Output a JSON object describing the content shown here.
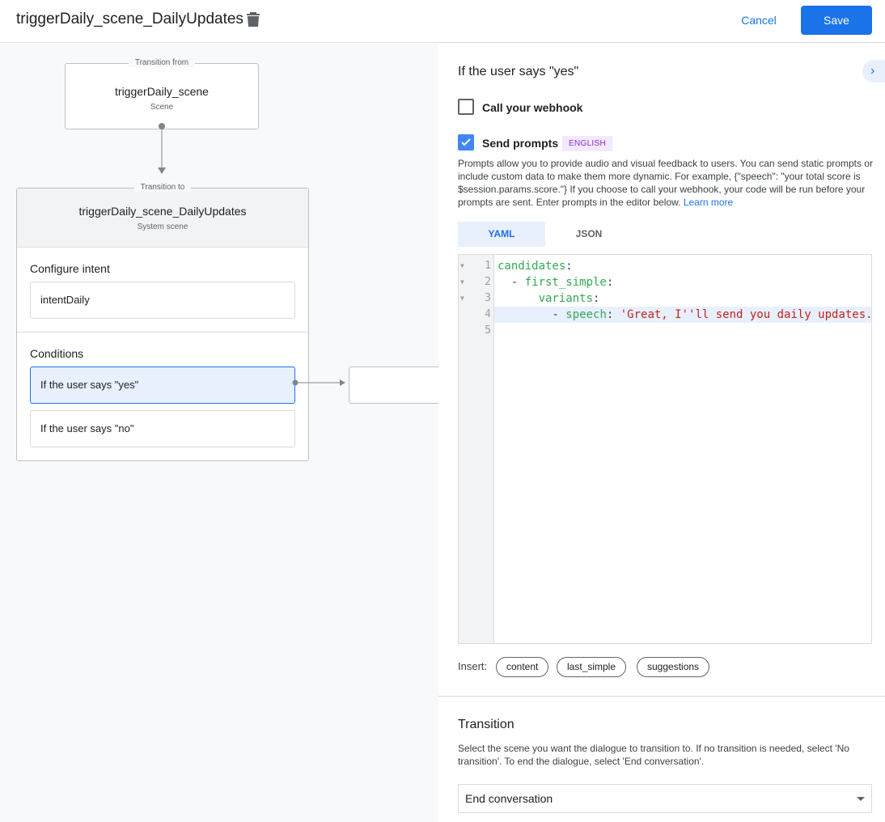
{
  "header": {
    "title": "triggerDaily_scene_DailyUpdates",
    "cancel": "Cancel",
    "save": "Save"
  },
  "canvas": {
    "from": {
      "legend": "Transition from",
      "name": "triggerDaily_scene",
      "type": "Scene"
    },
    "to": {
      "legend": "Transition to",
      "name": "triggerDaily_scene_DailyUpdates",
      "type": "System scene",
      "intent_title": "Configure intent",
      "intent": "intentDaily",
      "conditions_title": "Conditions",
      "conditions": [
        "If the user says \"yes\"",
        "If the user says \"no\""
      ]
    }
  },
  "panel": {
    "title": "If the user says \"yes\"",
    "webhook": {
      "label": "Call your webhook",
      "checked": false
    },
    "prompts": {
      "label": "Send prompts",
      "checked": true,
      "badge": "ENGLISH",
      "description": "Prompts allow you to provide audio and visual feedback to users. You can send static prompts or include custom data to make them more dynamic. For example, {\"speech\": \"your total score is $session.params.score.\"} If you choose to call your webhook, your code will be run before your prompts are sent. Enter prompts in the editor below.",
      "learn_more": "Learn more"
    },
    "tabs": [
      "YAML",
      "JSON"
    ],
    "active_tab": "YAML",
    "code": {
      "line_numbers": [
        "1",
        "2",
        "3",
        "4",
        "5"
      ],
      "l1k": "candidates",
      "l2d": "  - ",
      "l2k": "first_simple",
      "l3k": "variants",
      "l4d": "        - ",
      "l4k": "speech",
      "l4s": "'Great, I''ll send you daily updates.'",
      "colon": ":"
    },
    "insert_label": "Insert:",
    "chips": [
      "content",
      "last_simple",
      "suggestions"
    ],
    "transition": {
      "title": "Transition",
      "description": "Select the scene you want the dialogue to transition to. If no transition is needed, select 'No transition'. To end the dialogue, select 'End conversation'.",
      "selected": "End conversation"
    }
  },
  "colors": {
    "accent": "#1a73e8",
    "selected_condition": "#e8f0fe"
  }
}
